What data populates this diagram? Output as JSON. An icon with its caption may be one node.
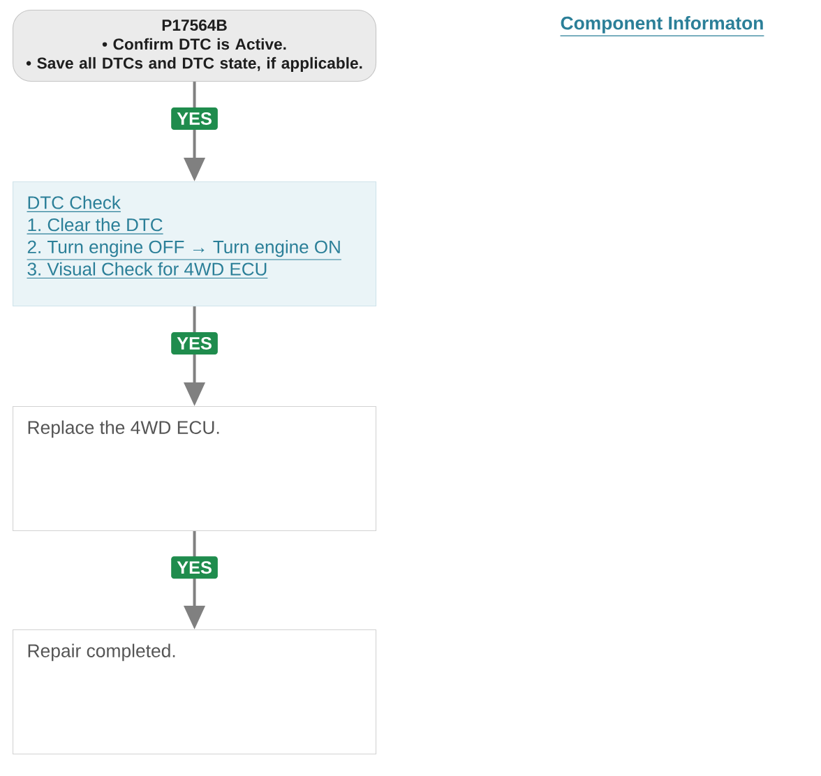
{
  "diagram": {
    "nodes": [
      {
        "text": [
          "P17564B",
          "• Confirm DTC is Active.",
          "• Save all DTCs and DTC state, if applicable."
        ]
      },
      {
        "text": [
          "DTC Check",
          "1. Clear the DTC",
          "2. Turn engine OFF → Turn engine ON",
          "3. Visual Check for 4WD ECU"
        ]
      },
      {
        "text": [
          "Replace the 4WD ECU."
        ]
      },
      {
        "text": [
          "Repair completed."
        ]
      }
    ],
    "edges": [
      {
        "from": 0,
        "to": 1,
        "arrow": "to",
        "label": "YES"
      },
      {
        "from": 1,
        "to": 2,
        "arrow": "to",
        "label": "YES"
      },
      {
        "from": 2,
        "to": 3,
        "arrow": "to",
        "label": "YES"
      }
    ],
    "labels": [
      "Component Informaton"
    ]
  }
}
